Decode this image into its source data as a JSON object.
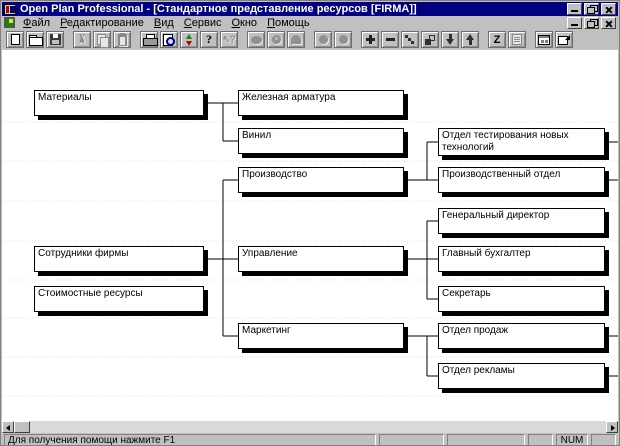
{
  "window": {
    "title": "Open Plan Professional - [Стандартное представление ресурсов [FIRMA]]"
  },
  "menu": {
    "items": [
      {
        "label": "Файл"
      },
      {
        "label": "Редактирование"
      },
      {
        "label": "Вид"
      },
      {
        "label": "Сервис"
      },
      {
        "label": "Окно"
      },
      {
        "label": "Помощь"
      }
    ]
  },
  "toolbar": {
    "buttons": [
      {
        "name": "new",
        "enabled": true
      },
      {
        "name": "open",
        "enabled": true
      },
      {
        "name": "save",
        "enabled": true
      },
      {
        "name": "cut",
        "enabled": false
      },
      {
        "name": "copy",
        "enabled": false
      },
      {
        "name": "paste",
        "enabled": false
      },
      {
        "name": "print",
        "enabled": true
      },
      {
        "name": "print-preview",
        "enabled": true
      },
      {
        "name": "exchange",
        "enabled": true
      },
      {
        "name": "help",
        "enabled": true
      },
      {
        "name": "context-help",
        "enabled": false
      },
      {
        "name": "shape-ellipse",
        "enabled": false
      },
      {
        "name": "shape-person",
        "enabled": false
      },
      {
        "name": "shape-arch",
        "enabled": false
      },
      {
        "name": "shape-circle-a",
        "enabled": false
      },
      {
        "name": "shape-circle-b",
        "enabled": false
      },
      {
        "name": "add",
        "enabled": true
      },
      {
        "name": "remove",
        "enabled": true
      },
      {
        "name": "link-nodes",
        "enabled": true
      },
      {
        "name": "steps",
        "enabled": true
      },
      {
        "name": "move-down",
        "enabled": true
      },
      {
        "name": "move-up",
        "enabled": true
      },
      {
        "name": "zigzag",
        "enabled": true
      },
      {
        "name": "notes",
        "enabled": false
      },
      {
        "name": "window-tile",
        "enabled": true
      },
      {
        "name": "window-cascade",
        "enabled": true
      }
    ]
  },
  "icons": {
    "help_glyph": "?",
    "context_help_glyph": "↖?",
    "zigzag_glyph": "Z"
  },
  "diagram": {
    "nodes": [
      {
        "label": "Материалы"
      },
      {
        "label": "Сотрудники фирмы"
      },
      {
        "label": "Стоимостные ресурсы"
      },
      {
        "label": "Железная арматура"
      },
      {
        "label": "Винил"
      },
      {
        "label": "Производство"
      },
      {
        "label": "Управление"
      },
      {
        "label": "Маркетинг"
      },
      {
        "label": "Отдел тестирования новых технологий"
      },
      {
        "label": "Производственный отдел"
      },
      {
        "label": "Генеральный директор"
      },
      {
        "label": "Главный бухгалтер"
      },
      {
        "label": "Секретарь"
      },
      {
        "label": "Отдел продаж"
      },
      {
        "label": "Отдел рекламы"
      }
    ],
    "hierarchy": {
      "Материалы": [
        "Железная арматура",
        "Винил"
      ],
      "Сотрудники фирмы": [
        "Производство",
        "Управление",
        "Маркетинг"
      ],
      "Производство": [
        "Отдел тестирования новых технологий",
        "Производственный отдел"
      ],
      "Управление": [
        "Генеральный директор",
        "Главный бухгалтер",
        "Секретарь"
      ],
      "Маркетинг": [
        "Отдел продаж",
        "Отдел рекламы"
      ]
    }
  },
  "statusbar": {
    "help_text": "Для получения помощи нажмите F1",
    "num_indicator": "NUM"
  }
}
